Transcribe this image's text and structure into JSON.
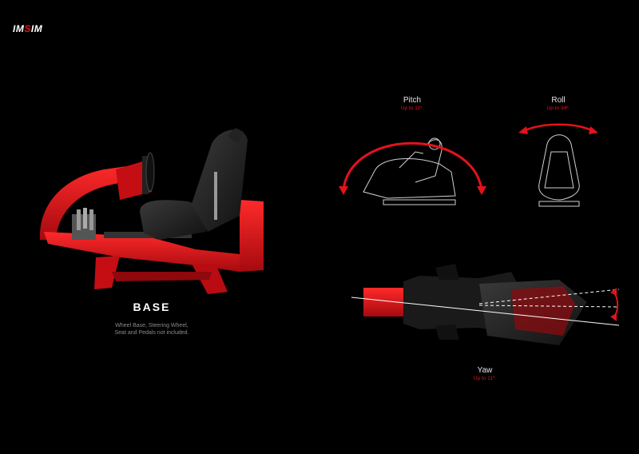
{
  "brand": {
    "logo_left": "IM",
    "logo_mid": "S",
    "logo_right": "IM"
  },
  "base": {
    "title": "BASE",
    "note_line1": "Wheel Base, Steering Wheel,",
    "note_line2": "Seat and Pedals not included."
  },
  "pitch": {
    "label": "Pitch",
    "range": "Up to 11º."
  },
  "roll": {
    "label": "Roll",
    "range": "Up to 34º."
  },
  "yaw": {
    "label": "Yaw",
    "range": "Up to 11º."
  },
  "colors": {
    "accent": "#e3121b",
    "background": "#000000",
    "frame": "#d10f16"
  }
}
